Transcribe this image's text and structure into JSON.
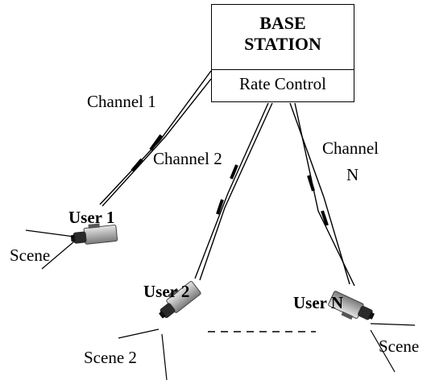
{
  "base_station": {
    "title_line1": "BASE",
    "title_line2": "STATION",
    "rate_control": "Rate Control"
  },
  "channels": {
    "channel1": "Channel 1",
    "channel2": "Channel 2",
    "channelN_line1": "Channel",
    "channelN_line2": "N"
  },
  "users": {
    "user1": "User 1",
    "user2": "User 2",
    "userN": "User N"
  },
  "scenes": {
    "user1": "Scene",
    "user2": "Scene 2",
    "userN": "Scene"
  },
  "colors": {
    "stroke": "#000000",
    "background": "#ffffff",
    "camera_body": "#b8b8b8",
    "camera_dark": "#2a2a2a"
  }
}
